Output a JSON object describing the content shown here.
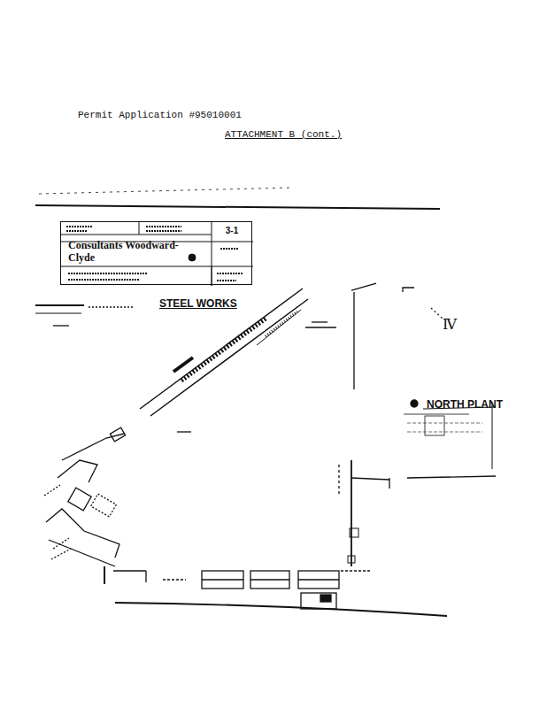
{
  "diagram": {
    "nodes": [
      {
        "text": [
          "Consultants Woodward-Clyde",
          "3-1"
        ]
      }
    ],
    "labels": [
      "Permit Application #95010001",
      "ATTACHMENT B (cont.)",
      "STEEL WORKS",
      "NORTH PLANT"
    ]
  }
}
